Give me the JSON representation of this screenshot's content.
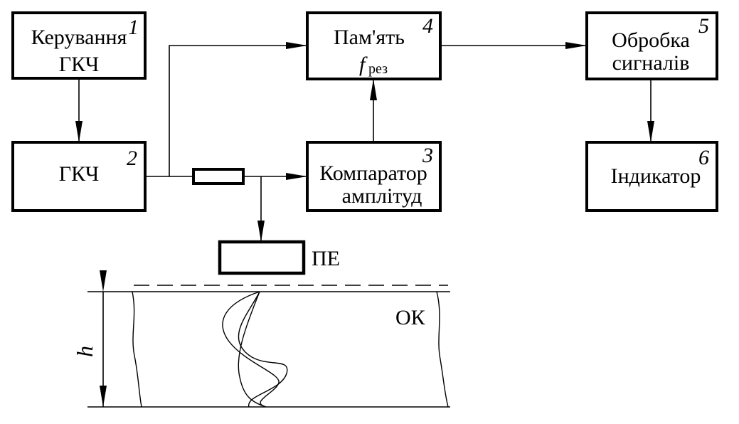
{
  "blocks": [
    {
      "id": "control",
      "number": "1",
      "lines": [
        "Керування",
        "ГКЧ"
      ]
    },
    {
      "id": "generator",
      "number": "2",
      "lines": [
        "ГКЧ"
      ]
    },
    {
      "id": "comparator",
      "number": "3",
      "lines": [
        "Компаратор",
        "амплітуд"
      ]
    },
    {
      "id": "memory",
      "number": "4",
      "lines": [
        "Пам'ять"
      ],
      "symbol": "f",
      "symbol_subscript": "рез"
    },
    {
      "id": "processing",
      "number": "5",
      "lines": [
        "Обробка",
        "сигналів"
      ]
    },
    {
      "id": "indicator",
      "number": "6",
      "lines": [
        "Індикатор"
      ]
    }
  ],
  "transducer_label": "ПЕ",
  "object_label": "ОК",
  "thickness_label": "h"
}
